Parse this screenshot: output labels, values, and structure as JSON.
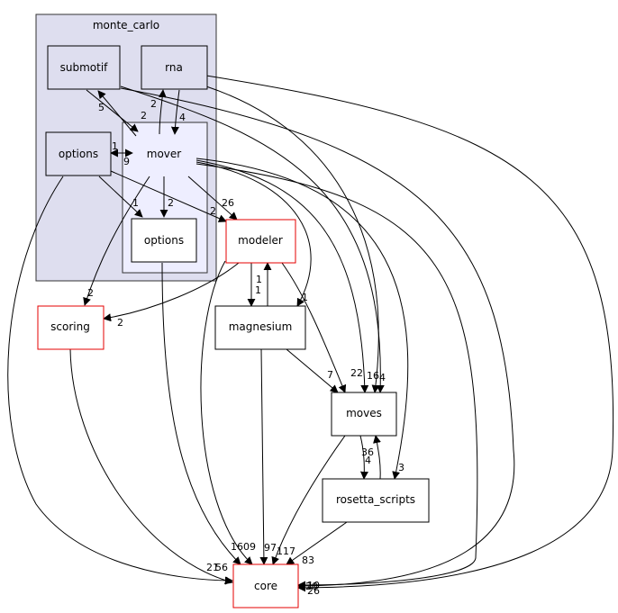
{
  "diagram": {
    "cluster": {
      "label": "monte_carlo",
      "fill": "#dedeef",
      "stroke": "#333333"
    },
    "subcluster": {
      "label": "mover",
      "fill": "#eeeeff",
      "stroke": "#333333"
    },
    "nodes": {
      "submotif": {
        "label": "submotif",
        "fill": "#dedeef",
        "stroke": "#000000"
      },
      "rna": {
        "label": "rna",
        "fill": "#dedeef",
        "stroke": "#000000"
      },
      "options_mc": {
        "label": "options",
        "fill": "#dedeef",
        "stroke": "#000000"
      },
      "options_mover": {
        "label": "options",
        "fill": "#ffffff",
        "stroke": "#000000"
      },
      "modeler": {
        "label": "modeler",
        "fill": "#ffffff",
        "stroke": "#e60000"
      },
      "scoring": {
        "label": "scoring",
        "fill": "#ffffff",
        "stroke": "#e60000"
      },
      "magnesium": {
        "label": "magnesium",
        "fill": "#ffffff",
        "stroke": "#000000"
      },
      "moves": {
        "label": "moves",
        "fill": "#ffffff",
        "stroke": "#000000"
      },
      "rosetta_scripts": {
        "label": "rosetta_scripts",
        "fill": "#ffffff",
        "stroke": "#000000"
      },
      "core": {
        "label": "core",
        "fill": "#ffffff",
        "stroke": "#e60000"
      }
    },
    "edge_labels": {
      "submotif_to_mover": "2",
      "mover_to_submotif": "5",
      "mover_to_rna": "2",
      "rna_to_mover": "4",
      "options_to_mover": "1",
      "mover_to_options": "9",
      "mc_options_to_mover_options": "1",
      "mc_options_to_modeler": "2",
      "mover_to_mover_options": "2",
      "mover_to_modeler": "26",
      "mover_to_scoring": "2",
      "modeler_to_magnesium": "1",
      "magnesium_to_modeler": "1",
      "mover_to_magnesium": "1",
      "modeler_to_scoring": "2",
      "magnesium_to_moves": "7",
      "mover_to_moves": "22",
      "submotif_to_moves": "16",
      "rna_to_moves": "4",
      "moves_to_rosetta_scripts": "4",
      "rosetta_scripts_to_moves": "36",
      "mover_to_rosetta_scripts": "3",
      "mover_to_core": "1609",
      "magnesium_to_core": "97",
      "modeler_to_core": "117",
      "rosetta_scripts_to_core": "83",
      "mc_options_to_core": "21",
      "scoring_to_core": "56",
      "rna_to_core": "20",
      "submotif_to_core": "10",
      "moves_to_core": "26"
    }
  }
}
